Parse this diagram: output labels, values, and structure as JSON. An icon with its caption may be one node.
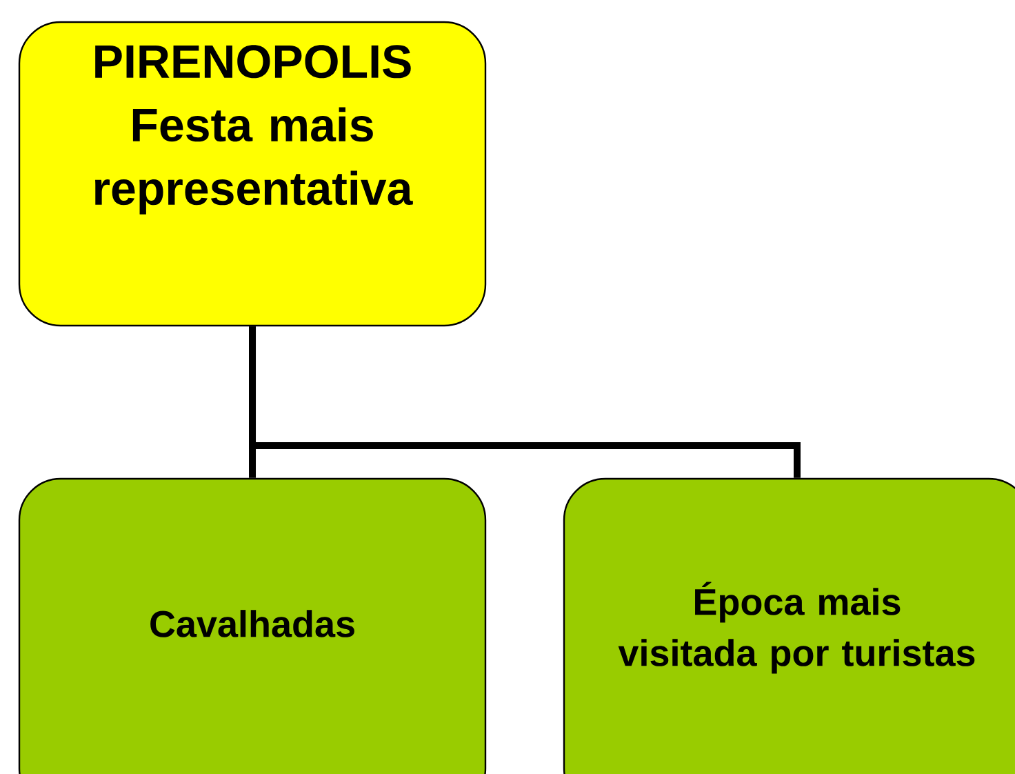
{
  "diagram": {
    "nodes": [
      {
        "text": [
          "PIRENOPOLIS",
          "Festa mais representativa"
        ]
      },
      {
        "text": [
          "Cavalhadas"
        ]
      },
      {
        "text": [
          "Época mais visitada por turistas"
        ]
      }
    ],
    "edges": [
      {
        "from": 0,
        "to": 1,
        "arrow": "none"
      },
      {
        "from": 0,
        "to": 2,
        "arrow": "none"
      }
    ]
  }
}
